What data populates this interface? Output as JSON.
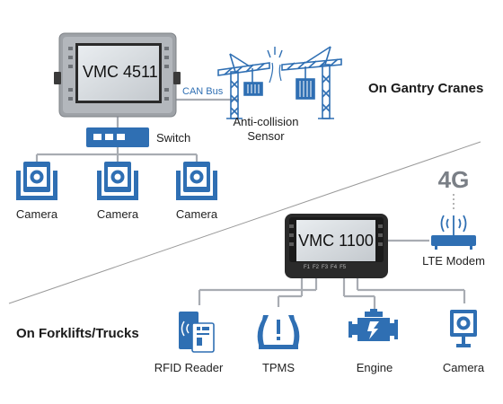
{
  "sections": {
    "cranes": "On Gantry Cranes",
    "forklifts": "On Forklifts/Trucks"
  },
  "devices": {
    "vmc4511": "VMC 4511",
    "vmc1100": "VMC 1100",
    "vmc1100_keys": [
      "F1",
      "F2",
      "F3",
      "F4",
      "F5"
    ]
  },
  "crane_side": {
    "bus_label": "CAN Bus",
    "sensor_label": "Anti-collision\nSensor",
    "switch_label": "Switch",
    "cameras": [
      "Camera",
      "Camera",
      "Camera"
    ]
  },
  "forklift_side": {
    "network_label": "4G",
    "modem_label": "LTE Modem",
    "peripherals": [
      "RFID Reader",
      "TPMS",
      "Engine",
      "Camera"
    ]
  },
  "colors": {
    "accent_blue": "#2f6fb3",
    "line_gray": "#a8acb2",
    "device_dark": "#2a2a2a",
    "device_light": "#9ea2a7"
  },
  "icons": [
    "camera-icon",
    "switch-icon",
    "crane-icon",
    "antenna-icon",
    "modem-icon",
    "rfid-icon",
    "tpms-icon",
    "engine-icon"
  ]
}
